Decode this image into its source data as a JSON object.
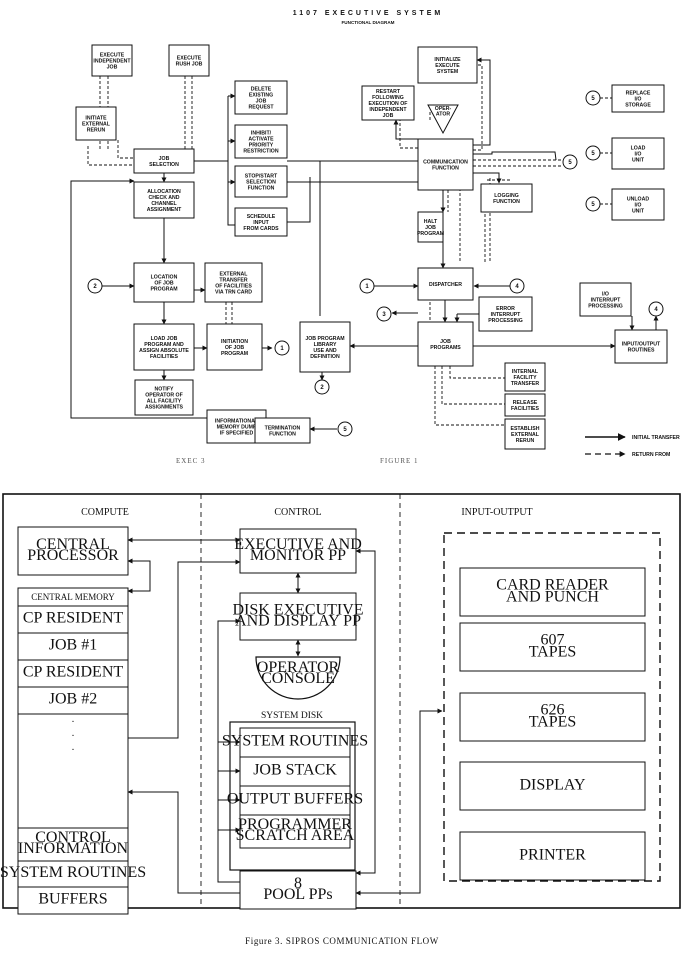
{
  "diagram1": {
    "title": "1107 EXECUTIVE SYSTEM",
    "subtitle": "FUNCTIONAL DIAGRAM",
    "footer_left": "EXEC 3",
    "footer_center": "FIGURE 1",
    "legend_initial": "INITIAL TRANSFER",
    "legend_return": "RETURN FROM",
    "boxes": {
      "execute_independent": [
        "EXECUTE",
        "INDEPENDENT",
        "JOB"
      ],
      "execute_rush": [
        "EXECUTE",
        "RUSH JOB"
      ],
      "initiate_rerun": [
        "INITIATE",
        "EXTERNAL",
        "RERUN"
      ],
      "job_selection": [
        "JOB",
        "SELECTION"
      ],
      "delete_job": [
        "DELETE",
        "EXISTING",
        "JOB",
        "REQUEST"
      ],
      "inhibit": [
        "INHIBIT/",
        "ACTIVATE",
        "PRIORITY",
        "RESTRICTION"
      ],
      "stop_start": [
        "STOP/START",
        "SELECTION",
        "FUNCTION"
      ],
      "schedule": [
        "SCHEDULE",
        "INPUT",
        "FROM CARDS"
      ],
      "allocation": [
        "ALLOCATION",
        "CHECK AND",
        "CHANNEL",
        "ASSIGNMENT"
      ],
      "location": [
        "LOCATION",
        "OF JOB",
        "PROGRAM"
      ],
      "external_transfer": [
        "EXTERNAL",
        "TRANSFER",
        "OF FACILITIES",
        "VIA TRN CARD"
      ],
      "load_job": [
        "LOAD JOB",
        "PROGRAM AND",
        "ASSIGN ABSOLUTE",
        "FACILITIES"
      ],
      "initiation": [
        "INITIATION",
        "OF JOB",
        "PROGRAM"
      ],
      "notify": [
        "NOTIFY",
        "OPERATOR OF",
        "ALL FACILITY",
        "ASSIGNMENTS"
      ],
      "memory_dump": [
        "INFORMATIONAL",
        "MEMORY DUMP",
        "IF SPECIFIED"
      ],
      "termination": [
        "TERMINATION",
        "FUNCTION"
      ],
      "library": [
        "JOB PROGRAM",
        "LIBRARY",
        "USE AND",
        "DEFINITION"
      ],
      "initialize": [
        "INITIALIZE",
        "EXECUTE",
        "SYSTEM"
      ],
      "restart": [
        "RESTART",
        "FOLLOWING",
        "EXECUTION OF",
        "INDEPENDENT",
        "JOB"
      ],
      "operator": [
        "OPER-",
        "ATOR"
      ],
      "communication": [
        "COMMUNICATION",
        "FUNCTION"
      ],
      "halt": [
        "HALT",
        "JOB",
        "PROGRAM"
      ],
      "logging": [
        "LOGGING",
        "FUNCTION"
      ],
      "dispatcher": [
        "DISPATCHER"
      ],
      "error": [
        "ERROR",
        "INTERRUPT",
        "PROCESSING"
      ],
      "job_programs": [
        "JOB",
        "PROGRAMS"
      ],
      "internal_transfer": [
        "INTERNAL",
        "FACILITY",
        "TRANSFER"
      ],
      "release": [
        "RELEASE",
        "FACILITIES"
      ],
      "establish": [
        "ESTABLISH",
        "EXTERNAL",
        "RERUN"
      ],
      "replace": [
        "REPLACE",
        "I/O",
        "STORAGE"
      ],
      "load_io": [
        "LOAD",
        "I/O",
        "UNIT"
      ],
      "unload_io": [
        "UNLOAD",
        "I/O",
        "UNIT"
      ],
      "io_interrupt": [
        "I/O",
        "INTERRUPT",
        "PROCESSING"
      ],
      "io_routines": [
        "INPUT/OUTPUT",
        "ROUTINES"
      ]
    },
    "circles": [
      "1",
      "2",
      "3",
      "4",
      "5"
    ]
  },
  "diagram2": {
    "caption": "Figure 3. SIPROS COMMUNICATION FLOW",
    "col_compute": "COMPUTE",
    "col_control": "CONTROL",
    "col_io": "INPUT-OUTPUT",
    "central_processor": [
      "CENTRAL",
      "PROCESSOR"
    ],
    "central_memory": "CENTRAL MEMORY",
    "memory_rows": [
      "CP RESIDENT",
      "JOB #1",
      "CP RESIDENT",
      "JOB #2"
    ],
    "memory_dots": ".",
    "memory_bottom": [
      [
        "CONTROL",
        "INFORMATION"
      ],
      [
        "SYSTEM ROUTINES"
      ],
      [
        "BUFFERS"
      ]
    ],
    "exec_monitor": [
      "EXECUTIVE AND",
      "MONITOR PP"
    ],
    "disk_exec": [
      "DISK EXECUTIVE",
      "AND DISPLAY PP"
    ],
    "operator_console": [
      "OPERATOR",
      "CONSOLE"
    ],
    "system_disk": "SYSTEM DISK",
    "disk_rows": [
      [
        "SYSTEM ROUTINES"
      ],
      [
        "JOB STACK"
      ],
      [
        "OUTPUT BUFFERS"
      ],
      [
        "PROGRAMMER",
        "SCRATCH AREA"
      ]
    ],
    "pool": [
      "8",
      "POOL PPs"
    ],
    "io_devices": [
      [
        "CARD READER",
        "AND PUNCH"
      ],
      [
        "607",
        "TAPES"
      ],
      [
        "626",
        "TAPES"
      ],
      [
        "DISPLAY"
      ],
      [
        "PRINTER"
      ]
    ]
  }
}
